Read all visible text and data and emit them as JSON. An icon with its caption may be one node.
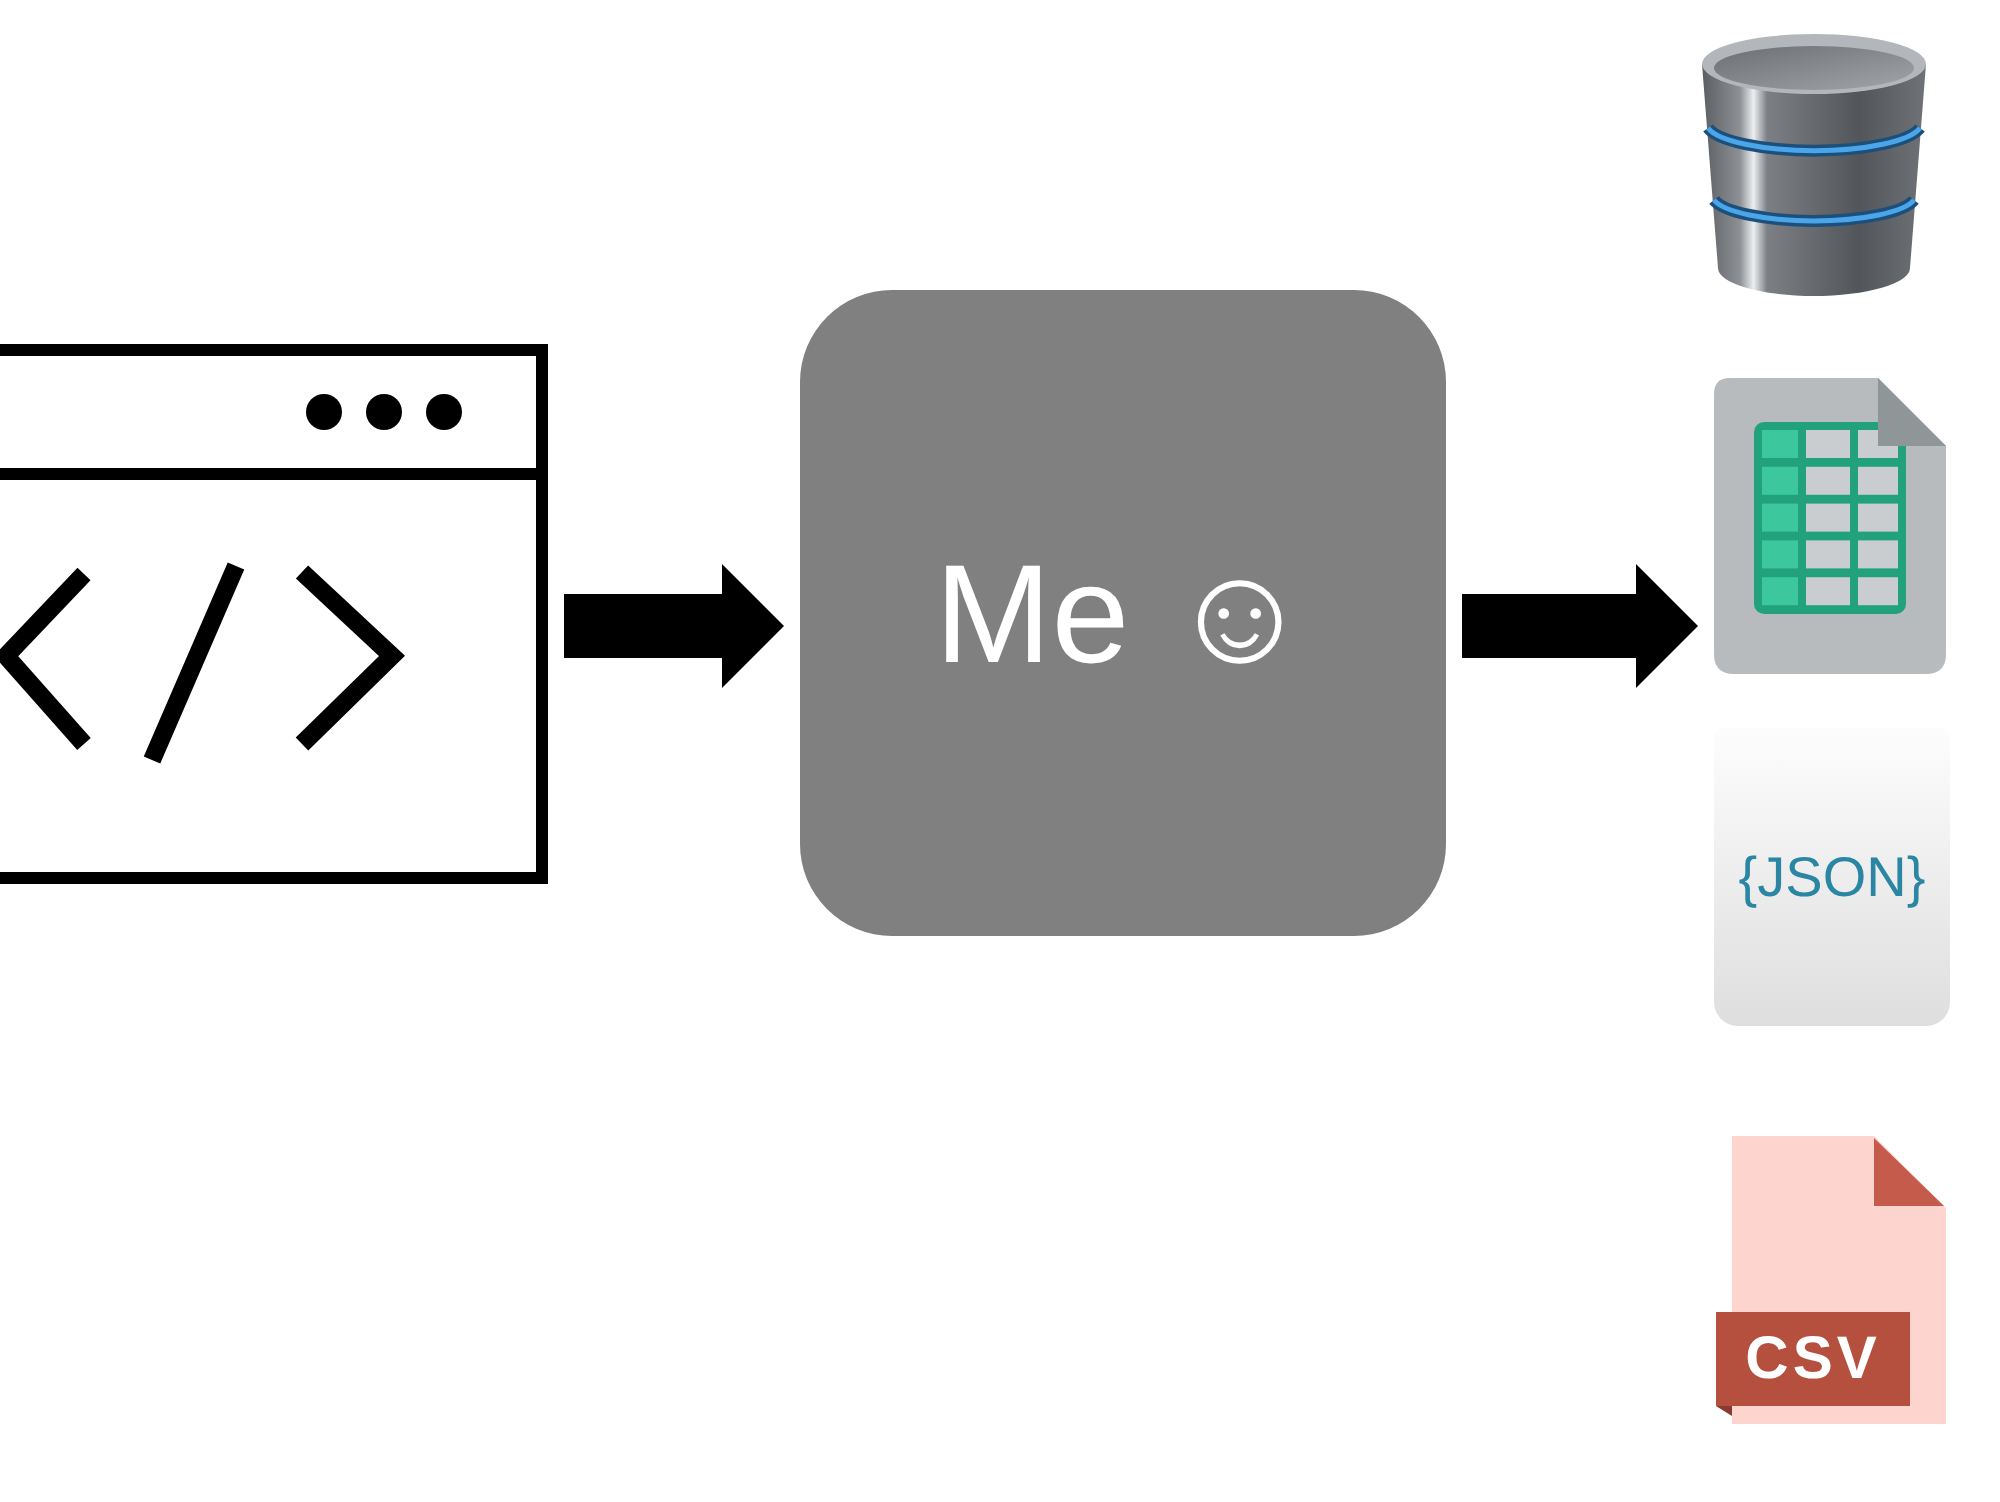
{
  "diagram": {
    "nodes": [
      {
        "text": [],
        "shape": "picture"
      },
      {
        "text": [
          "Me ☺"
        ]
      },
      {
        "text": [],
        "shape": "cylinder"
      },
      {
        "text": [],
        "shape": "picture"
      },
      {
        "text": [
          "{JSON}"
        ]
      },
      {
        "text": [
          "CSV"
        ]
      }
    ],
    "edges": [
      {
        "from": 0,
        "to": 1,
        "arrow": "to",
        "style": "thick"
      },
      {
        "from": 1,
        "to": 3,
        "arrow": "to",
        "style": "thick"
      }
    ]
  }
}
